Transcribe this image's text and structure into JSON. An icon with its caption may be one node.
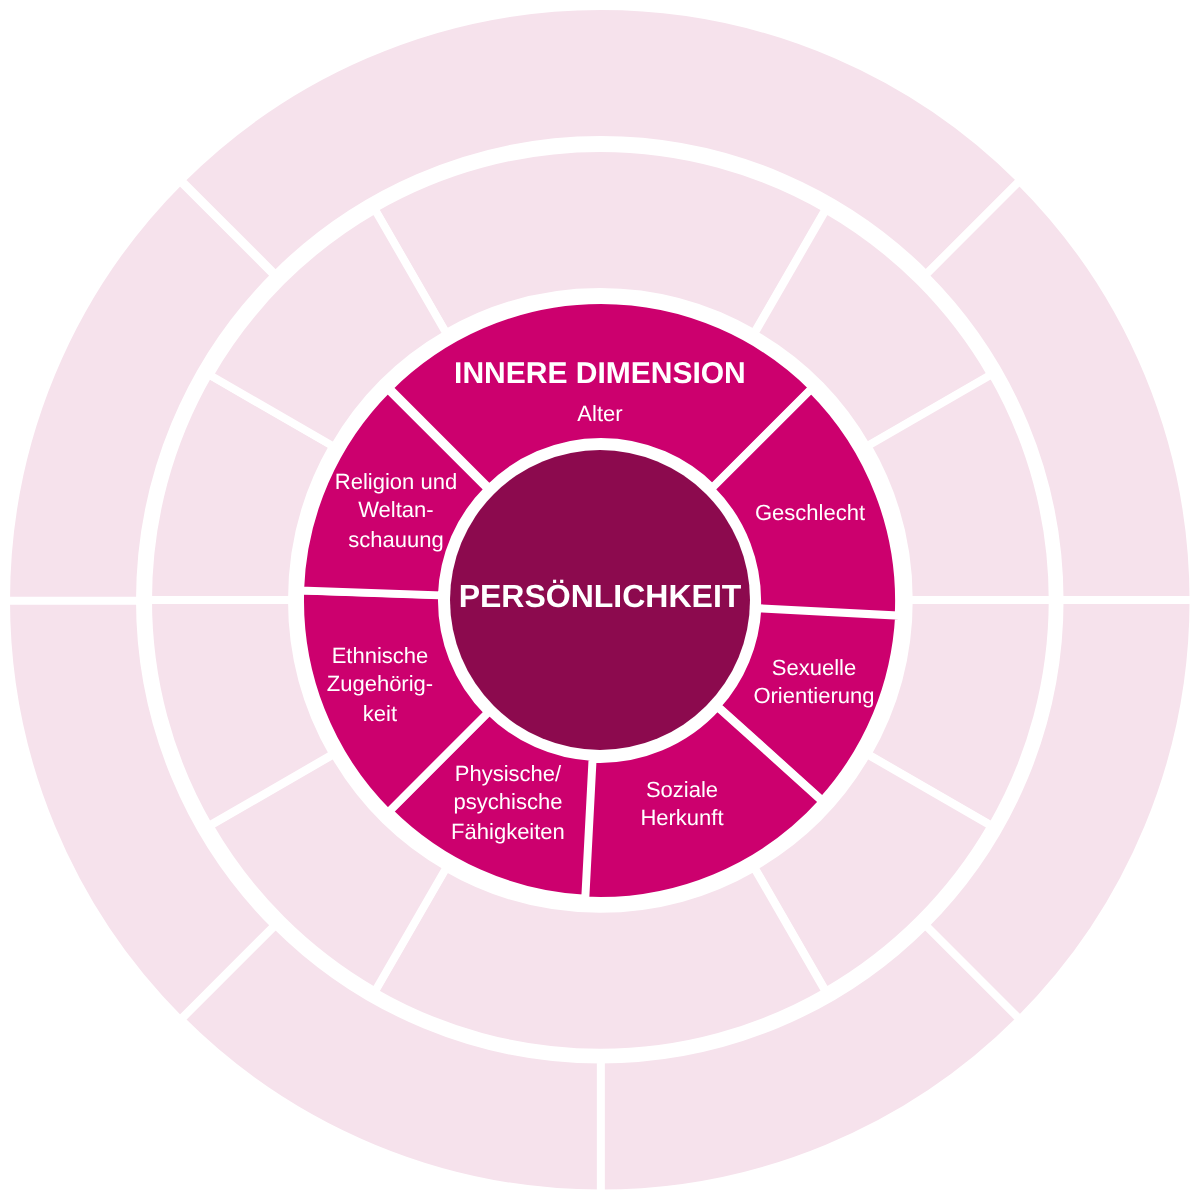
{
  "diagram": {
    "nodes": [
      {
        "text": [
          "PERSÖNLICHKEIT"
        ]
      },
      {
        "text": [
          "INNERE DIMENSION",
          "Alter"
        ]
      },
      {
        "text": [
          "Geschlecht"
        ]
      },
      {
        "text": [
          "Sexuelle Orientierung"
        ]
      },
      {
        "text": [
          "Soziale Herkunft"
        ]
      },
      {
        "text": [
          "Physische/ psychische Fähigkeiten"
        ]
      },
      {
        "text": [
          "Ethnische Zugehörig- keit"
        ]
      },
      {
        "text": [
          "Religion und Weltan- schauung"
        ]
      },
      {
        "text": [],
        "shape": "segment"
      },
      {
        "text": [],
        "shape": "segment"
      },
      {
        "text": [],
        "shape": "segment"
      },
      {
        "text": [],
        "shape": "segment"
      },
      {
        "text": [],
        "shape": "segment"
      },
      {
        "text": [],
        "shape": "segment"
      },
      {
        "text": [],
        "shape": "segment"
      },
      {
        "text": [],
        "shape": "segment"
      },
      {
        "text": [],
        "shape": "segment"
      },
      {
        "text": [],
        "shape": "segment"
      },
      {
        "text": [],
        "shape": "segment"
      },
      {
        "text": [],
        "shape": "segment"
      },
      {
        "text": [],
        "shape": "segment"
      },
      {
        "text": [],
        "shape": "segment"
      },
      {
        "text": [],
        "shape": "segment"
      },
      {
        "text": [],
        "shape": "segment"
      },
      {
        "text": [],
        "shape": "segment"
      }
    ]
  }
}
